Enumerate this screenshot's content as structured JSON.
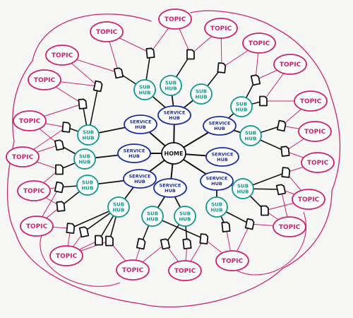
{
  "colors": {
    "home": "#141414",
    "service": "#1f2fa0",
    "sub": "#0e9a8a",
    "topic": "#d1246d",
    "page": "#141414",
    "background": "#f7f7f5"
  },
  "home": {
    "label": "HOME"
  },
  "service_hubs": [
    {
      "label": [
        "SERVICE",
        "HUB"
      ]
    },
    {
      "label": [
        "SERVICE",
        "HUB"
      ]
    },
    {
      "label": [
        "SERVICE",
        "HUB"
      ]
    },
    {
      "label": [
        "SERVICE",
        "HUB"
      ]
    },
    {
      "label": [
        "SERVICE",
        "HUB"
      ]
    },
    {
      "label": [
        "SERVICE",
        "HUB"
      ]
    },
    {
      "label": [
        "SERVICE",
        "HUB"
      ]
    },
    {
      "label": [
        "SERVICE",
        "HUB"
      ]
    }
  ],
  "sub_hubs": [
    {
      "label": [
        "SUB",
        "HUB"
      ]
    },
    {
      "label": [
        "SUB",
        "HUB"
      ]
    },
    {
      "label": [
        "SUB",
        "HUB"
      ]
    },
    {
      "label": [
        "SUB",
        "HUB"
      ]
    },
    {
      "label": [
        "SUB",
        "HUB"
      ]
    },
    {
      "label": [
        "SUB",
        "HUB"
      ]
    },
    {
      "label": [
        "SUB",
        "HUB"
      ]
    },
    {
      "label": [
        "SUB",
        "HUB"
      ]
    },
    {
      "label": [
        "SUB",
        "HUB"
      ]
    },
    {
      "label": [
        "SUB",
        "HUB"
      ]
    },
    {
      "label": [
        "SUB",
        "HUB"
      ]
    },
    {
      "label": [
        "SUB",
        "HUB"
      ]
    },
    {
      "label": [
        "SUB",
        "HUB"
      ]
    }
  ],
  "topics": [
    {
      "label": "TOPIC"
    },
    {
      "label": "TOPIC"
    },
    {
      "label": "TOPIC"
    },
    {
      "label": "TOPIC"
    },
    {
      "label": "TOPIC"
    },
    {
      "label": "TOPIC"
    },
    {
      "label": "TOPIC"
    },
    {
      "label": "TOPIC"
    },
    {
      "label": "TOPIC"
    },
    {
      "label": "TOPIC"
    },
    {
      "label": "TOPIC"
    },
    {
      "label": "TOPIC"
    },
    {
      "label": "TOPIC"
    },
    {
      "label": "TOPIC"
    },
    {
      "label": "TOPIC"
    },
    {
      "label": "TOPIC"
    },
    {
      "label": "TOPIC"
    },
    {
      "label": "TOPIC"
    },
    {
      "label": "TOPIC"
    },
    {
      "label": "TOPIC"
    }
  ]
}
